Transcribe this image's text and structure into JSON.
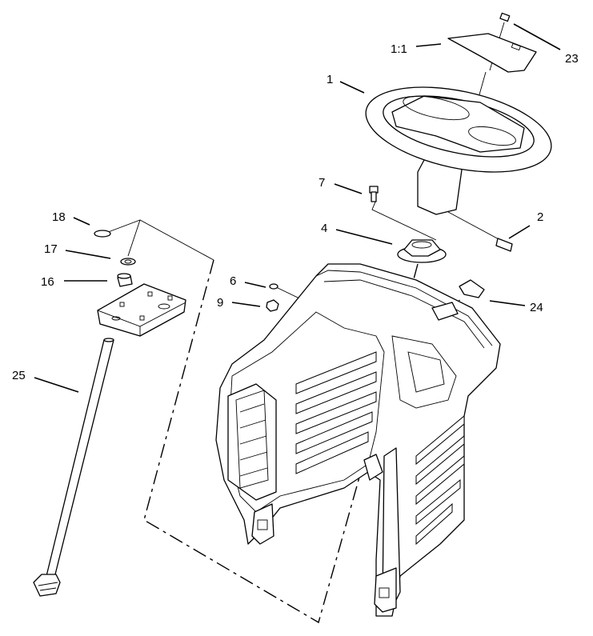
{
  "callouts": [
    {
      "id": "1:1",
      "label": "1:1"
    },
    {
      "id": "23",
      "label": "23"
    },
    {
      "id": "1",
      "label": "1"
    },
    {
      "id": "7",
      "label": "7"
    },
    {
      "id": "2",
      "label": "2"
    },
    {
      "id": "4",
      "label": "4"
    },
    {
      "id": "18",
      "label": "18"
    },
    {
      "id": "17",
      "label": "17"
    },
    {
      "id": "16",
      "label": "16"
    },
    {
      "id": "6",
      "label": "6"
    },
    {
      "id": "9",
      "label": "9"
    },
    {
      "id": "24",
      "label": "24"
    },
    {
      "id": "25",
      "label": "25"
    }
  ]
}
